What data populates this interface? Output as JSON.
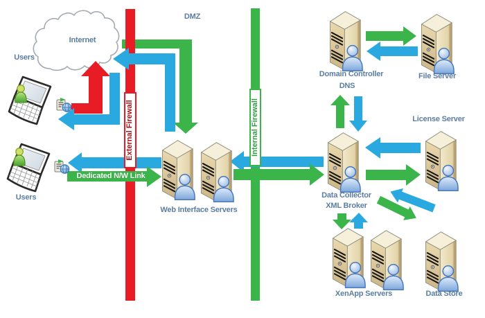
{
  "diagram": {
    "zone_labels": {
      "dmz": "DMZ"
    },
    "nodes": {
      "internet": {
        "label": "Internet"
      },
      "users_top": {
        "label": "Users"
      },
      "users_bottom": {
        "label": "Users"
      },
      "external_firewall": {
        "label": "External Firewall"
      },
      "internal_firewall": {
        "label": "Internal Firewall"
      },
      "web_interface_servers": {
        "label": "Web Interface Servers"
      },
      "domain_controller": {
        "label": "Domain Controller"
      },
      "dns": {
        "label": "DNS"
      },
      "file_server": {
        "label": "File Server"
      },
      "license_server": {
        "label": "License Server"
      },
      "data_collector": {
        "label_line1": "Data Collector",
        "label_line2": "XML Broker"
      },
      "xenapp_servers": {
        "label": "XenApp Servers"
      },
      "data_store": {
        "label": "Data Store"
      }
    },
    "links": {
      "dedicated_nw_link": {
        "label": "Dedicated N/W Link"
      }
    },
    "colors": {
      "request_green": "#3bb44a",
      "response_blue": "#2aa9e0",
      "external_red": "#e81c24",
      "label_text": "#5b7da2",
      "external_firewall_text": "#a61318",
      "internal_firewall_text": "#2f9e41",
      "link_label_text": "#ffffff",
      "background": "#ffffff"
    },
    "icons": [
      "cloud-icon",
      "laptop-icon",
      "green-user-icon",
      "remote-access-icon",
      "server-tower-icon",
      "person-icon"
    ]
  }
}
